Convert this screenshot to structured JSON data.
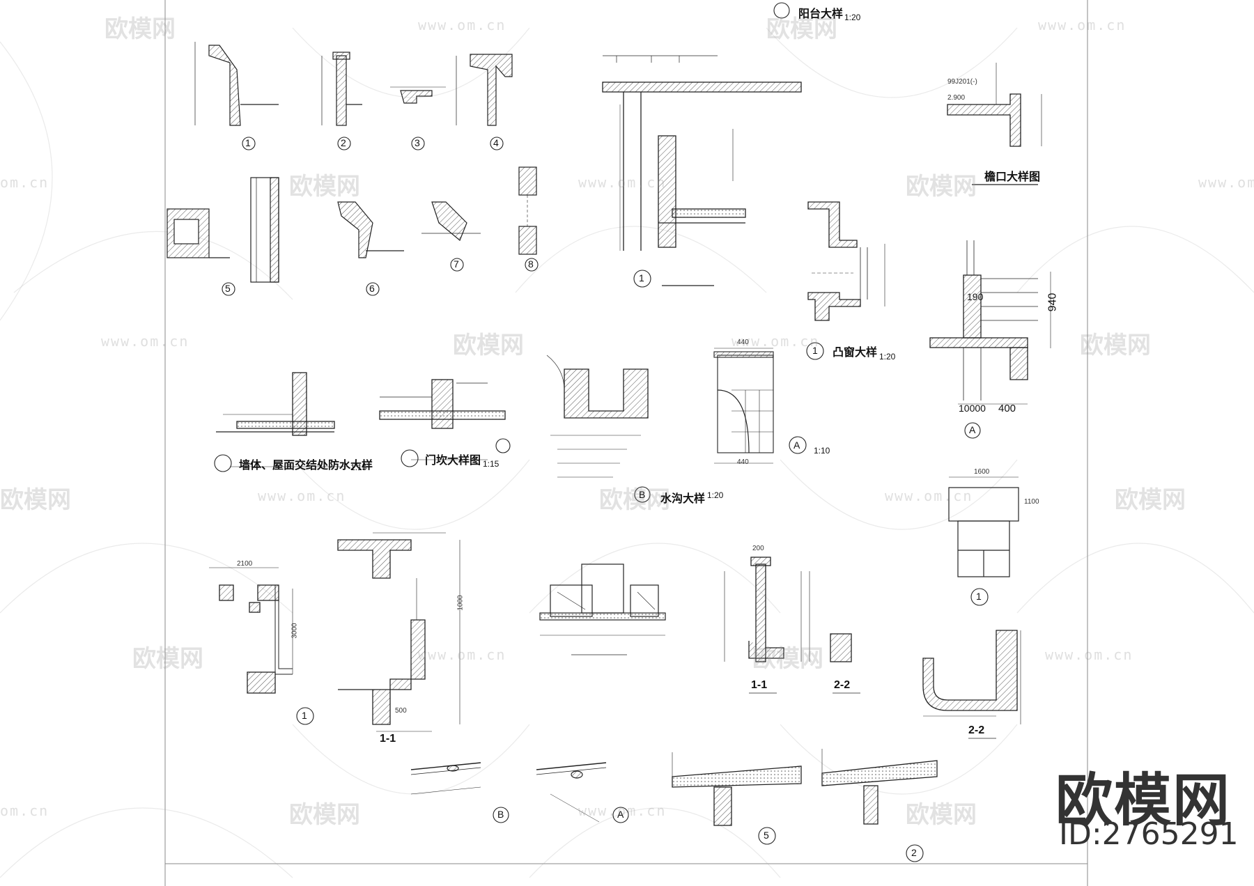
{
  "watermark": {
    "text": "欧模网",
    "url": "www.om.cn",
    "url_short": "om.cn"
  },
  "details": {
    "balcony": {
      "title": "阳台大样",
      "scale": "1:20"
    },
    "eave": {
      "title": "檐口大样图"
    },
    "bay_window": {
      "title": "凸窗大样",
      "scale": "1:20",
      "number": "1"
    },
    "wall_roof": {
      "title": "墙体、屋面交结处防水大样",
      "scale": "1:15"
    },
    "threshold": {
      "title": "门坎大样图",
      "scale": "1:15"
    },
    "gutter": {
      "title": "水沟大样",
      "scale": "1:20",
      "number": "B"
    },
    "detail_a": {
      "number": "A",
      "scale": "1:10"
    },
    "section_1_1": {
      "title": "1-1"
    },
    "section_2_2": {
      "title": "2-2"
    },
    "ref_code": {
      "text": "99J201(-)"
    }
  },
  "dimensions": {
    "d940": "940",
    "d400": "400",
    "d190": "190",
    "d10000": "10000",
    "d1600": "1600",
    "d440": "440",
    "d2900": "2.900",
    "d500": "500",
    "d1100": "1100",
    "d3000": "3000",
    "d2100": "2100",
    "d1000": "1000",
    "d200": "200"
  },
  "markers": {
    "n1": "1",
    "n2": "2",
    "n3": "3",
    "n4": "4",
    "n5": "5",
    "n6": "6",
    "n7": "7",
    "n8": "8",
    "nA": "A",
    "nB": "B"
  },
  "brand": {
    "name": "欧模网",
    "id": "ID:2765291"
  }
}
